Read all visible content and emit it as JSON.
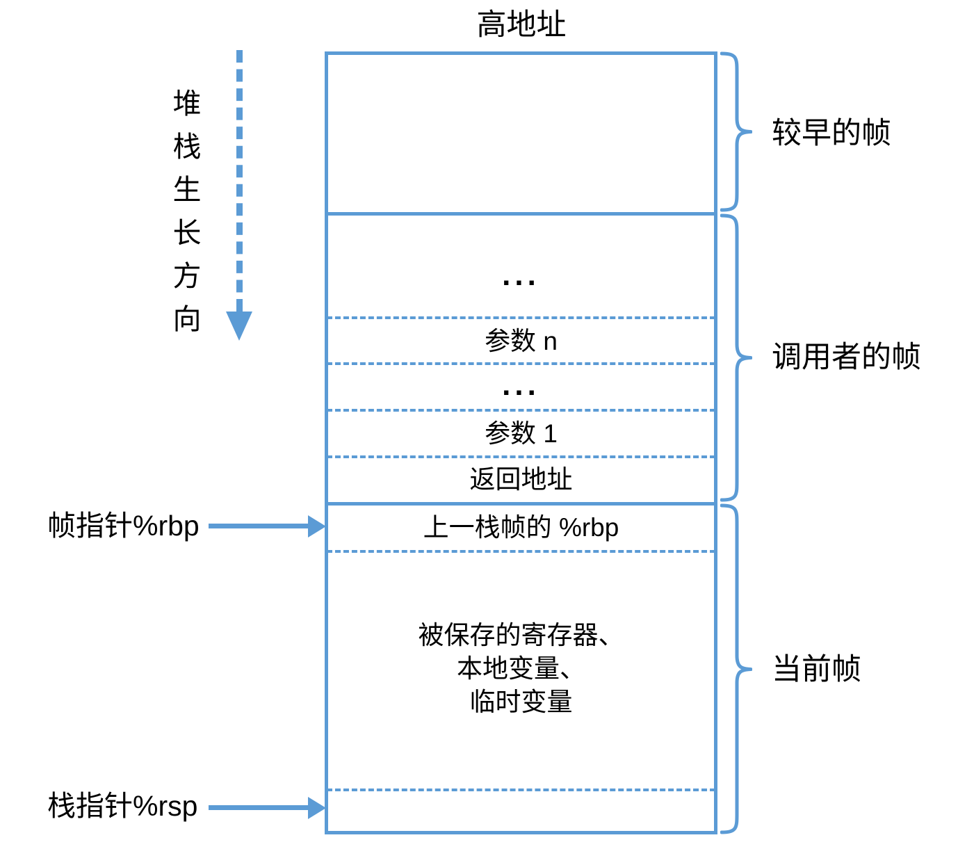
{
  "diagram": {
    "title": "高地址",
    "accent_color": "#5B9BD5",
    "text_color": "#000000"
  },
  "growth": {
    "label_chars": [
      "堆",
      "栈",
      "生",
      "长",
      "方",
      "向"
    ],
    "arrow_icon": "down-arrow-dashed-icon"
  },
  "stack_cells": [
    {
      "text": "",
      "name": "cell-empty-top"
    },
    {
      "text": "...",
      "name": "cell-ellipsis-upper"
    },
    {
      "text": "参数 n",
      "name": "cell-arg-n"
    },
    {
      "text": "...",
      "name": "cell-ellipsis-lower"
    },
    {
      "text": "参数 1",
      "name": "cell-arg-1"
    },
    {
      "text": "返回地址",
      "name": "cell-return-address"
    },
    {
      "text": "上一栈帧的 %rbp",
      "name": "cell-saved-rbp"
    },
    {
      "lines": [
        "被保存的寄存器、",
        "本地变量、",
        "临时变量"
      ],
      "name": "cell-locals"
    },
    {
      "text": "",
      "name": "cell-empty-bottom"
    }
  ],
  "pointers": [
    {
      "label": "帧指针%rbp",
      "name": "pointer-rbp"
    },
    {
      "label": "栈指针%rsp",
      "name": "pointer-rsp"
    }
  ],
  "braces": [
    {
      "label": "较早的帧",
      "name": "brace-earlier-frames"
    },
    {
      "label": "调用者的帧",
      "name": "brace-caller-frame"
    },
    {
      "label": "当前帧",
      "name": "brace-current-frame"
    }
  ]
}
